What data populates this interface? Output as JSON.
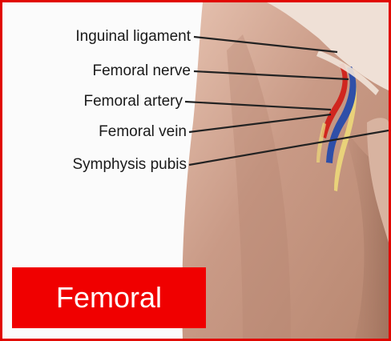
{
  "labels": {
    "inguinal_ligament": "Inguinal ligament",
    "femoral_nerve": "Femoral nerve",
    "femoral_artery": "Femoral artery",
    "femoral_vein": "Femoral vein",
    "symphysis_pubis": "Symphysis pubis"
  },
  "badge": {
    "text": "Femoral"
  },
  "colors": {
    "frame": "#e10600",
    "badge": "#f00000",
    "skin": "#c99a86",
    "artery": "#d0261f",
    "vein": "#2f4fa8",
    "nerve": "#e9d27a"
  }
}
